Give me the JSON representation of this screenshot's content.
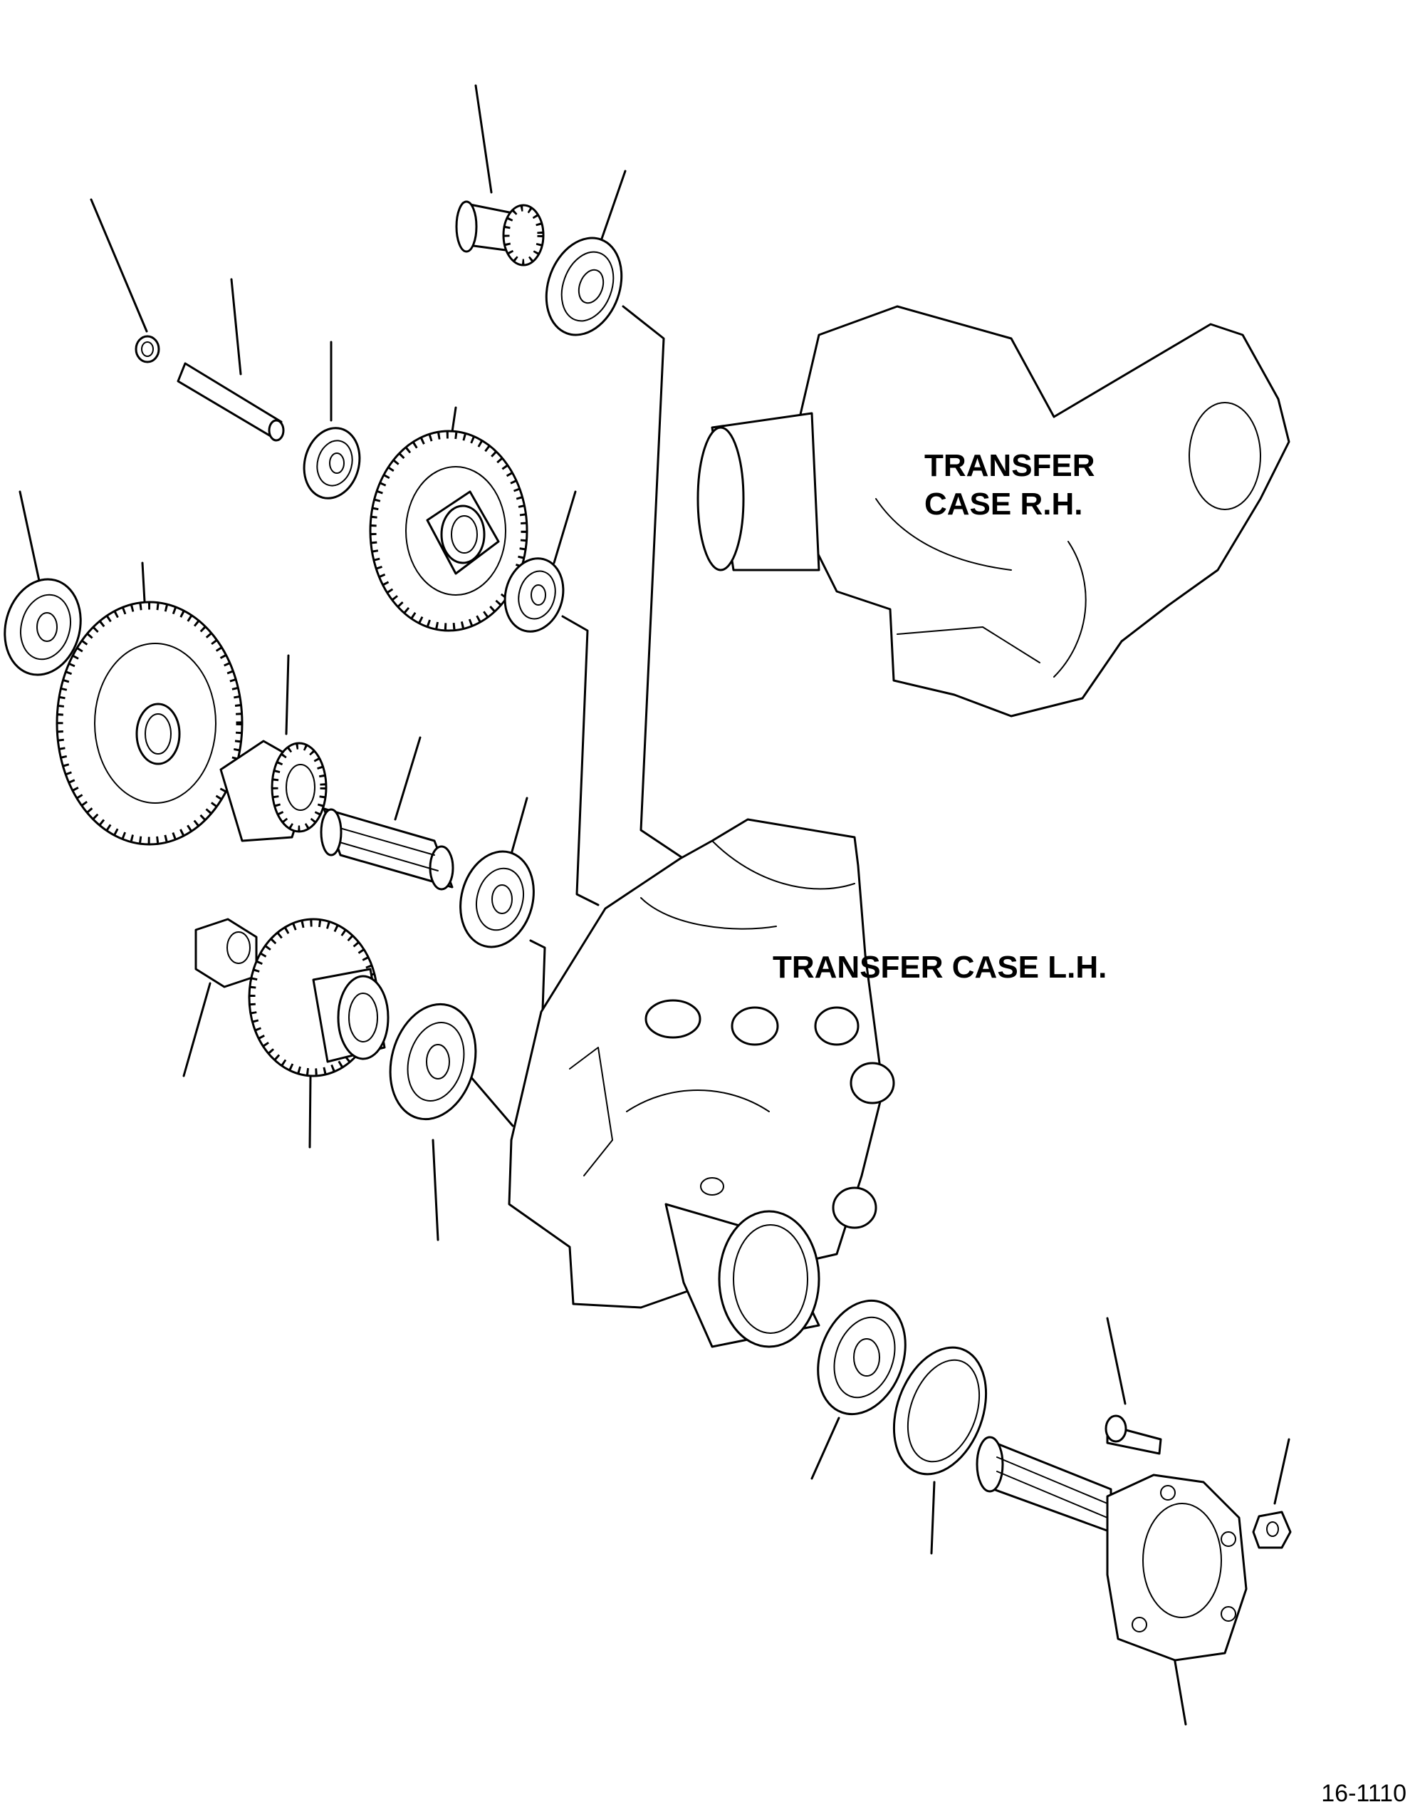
{
  "labels": {
    "transfer_case_rh_line1": "TRANSFER",
    "transfer_case_rh_line2": "CASE R.H.",
    "transfer_case_lh": "TRANSFER CASE L.H."
  },
  "figure_number": "16-1110"
}
